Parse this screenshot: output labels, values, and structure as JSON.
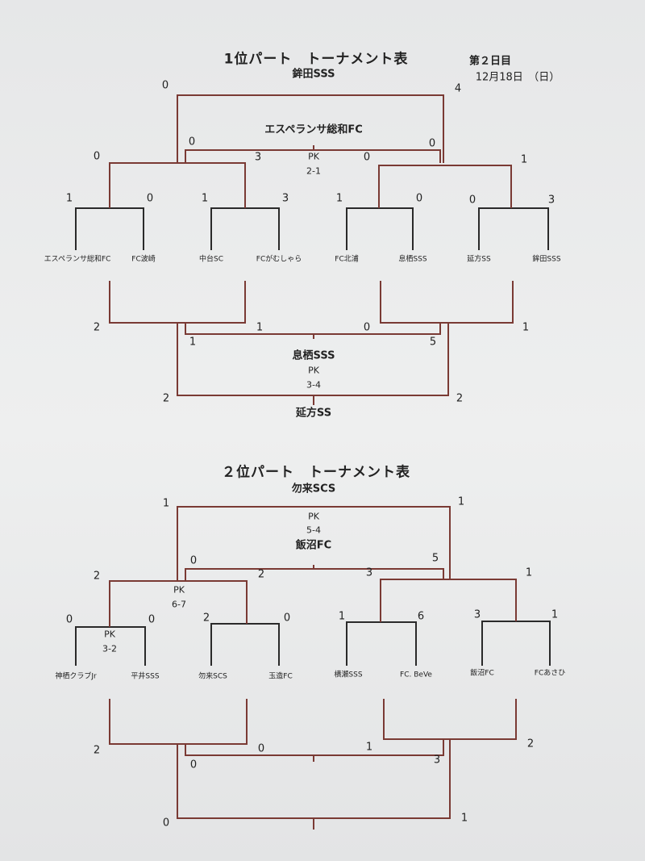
{
  "part1": {
    "title": "1位パート　トーナメント表",
    "day": "第２日目",
    "date": "12月18日　（日）",
    "teams": [
      "エスペランサ総和FC",
      "FC波崎",
      "中台SC",
      "FCがむしゃら",
      "FC北浦",
      "息栖SSS",
      "延方SS",
      "鉾田SSS"
    ],
    "winners": {
      "final": "鉾田SSS",
      "third": "エスペランサ総和FC",
      "fifth": "息栖SSS",
      "seventh": "延方SS"
    },
    "r1": [
      "1",
      "0",
      "1",
      "3",
      "1",
      "0",
      "0",
      "3"
    ],
    "semi_top": [
      "0",
      "3",
      "0",
      "1"
    ],
    "final_top": [
      "0",
      "4"
    ],
    "third": [
      "0",
      "0"
    ],
    "third_pk": [
      "PK",
      "2-1"
    ],
    "lower_r1": [
      "2",
      "1",
      "0",
      "1"
    ],
    "fifth": [
      "1",
      "5"
    ],
    "fifth_pk": [
      "PK",
      "3-4"
    ],
    "seventh": [
      "2",
      "2"
    ]
  },
  "part2": {
    "title": "２位パート　トーナメント表",
    "teams": [
      "神栖クラブJr",
      "平井SSS",
      "勿来SCS",
      "玉造FC",
      "横瀬SSS",
      "FC. BeVe",
      "飯沼FC",
      "FCあさひ"
    ],
    "winners": {
      "final": "勿来SCS",
      "third": "飯沼FC"
    },
    "r1": [
      "0",
      "0",
      "2",
      "0",
      "1",
      "6",
      "3",
      "1"
    ],
    "r1_pk": [
      "PK",
      "3-2"
    ],
    "semi_top": [
      "2",
      "2",
      "3",
      "1"
    ],
    "semi_pk": [
      "PK",
      "6-7"
    ],
    "final_top": [
      "1",
      "1"
    ],
    "final_pk": [
      "PK",
      "5-4"
    ],
    "third": [
      "0",
      "5"
    ],
    "lower_r1": [
      "2",
      "1",
      "2"
    ],
    "fifth": [
      "0",
      "0",
      "3"
    ],
    "seventh": [
      "0",
      "1"
    ]
  }
}
